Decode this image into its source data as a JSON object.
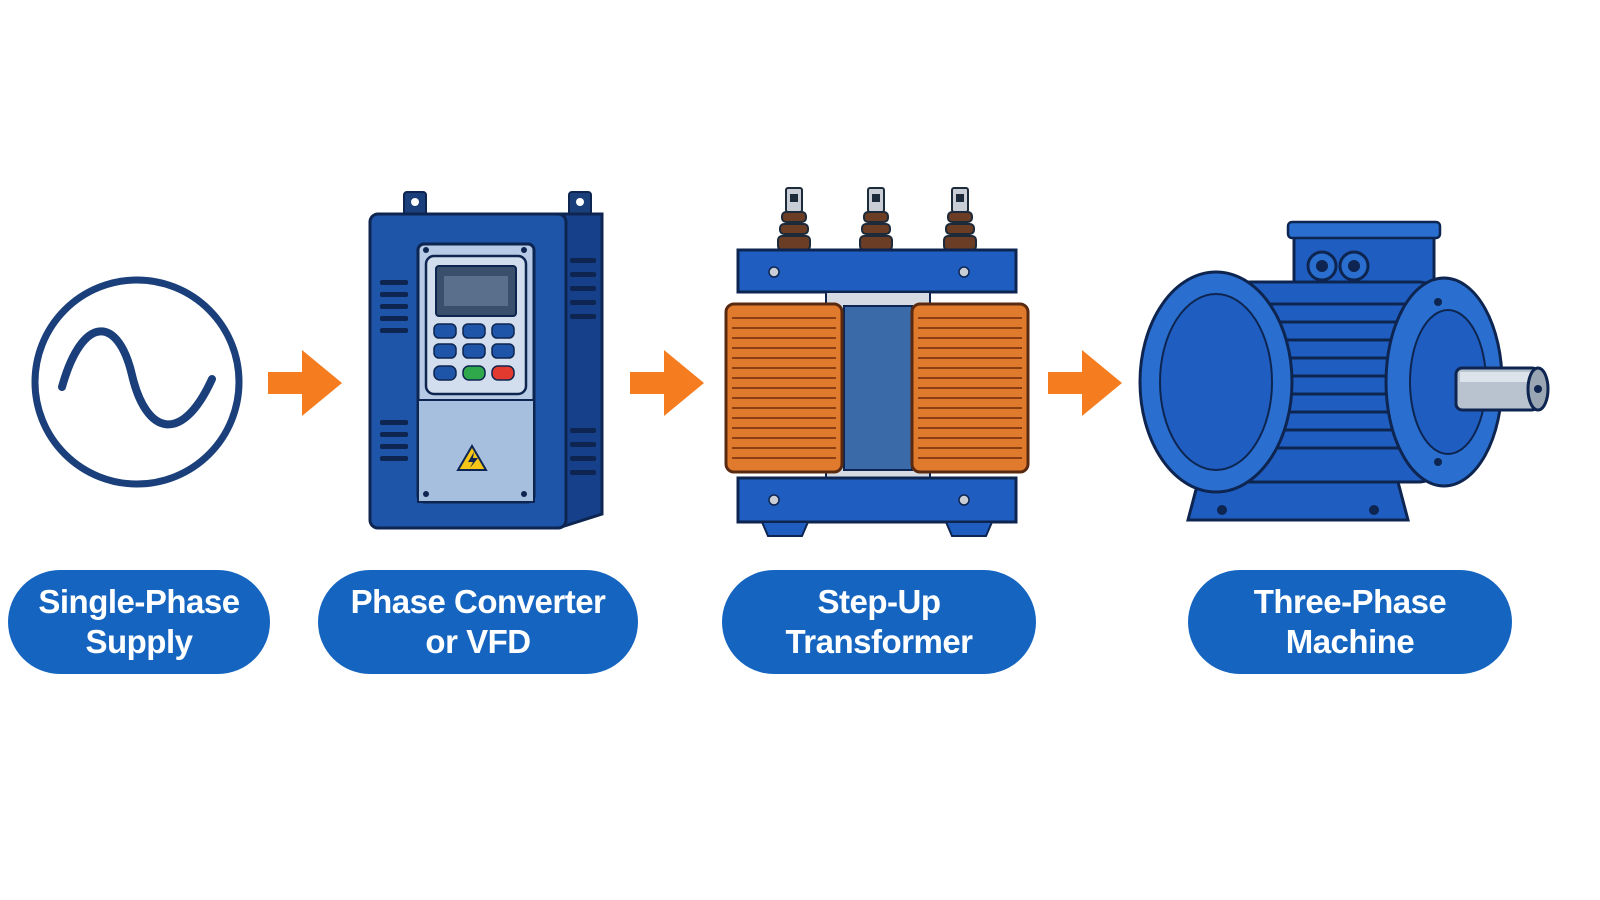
{
  "diagram": {
    "steps": [
      {
        "id": "supply",
        "line1": "Single-Phase",
        "line2": "Supply",
        "icon": "sine-wave-icon"
      },
      {
        "id": "converter",
        "line1": "Phase Converter",
        "line2": "or VFD",
        "icon": "vfd-drive-icon"
      },
      {
        "id": "transformer",
        "line1": "Step-Up",
        "line2": "Transformer",
        "icon": "transformer-icon"
      },
      {
        "id": "machine",
        "line1": "Three-Phase",
        "line2": "Machine",
        "icon": "electric-motor-icon"
      }
    ],
    "connector": "arrow-right-icon"
  },
  "colors": {
    "primary_blue": "#1565c0",
    "navy": "#1a3f7a",
    "arrow_orange": "#f57c1f",
    "coil_copper": "#e07b2e",
    "background": "#ffffff"
  }
}
